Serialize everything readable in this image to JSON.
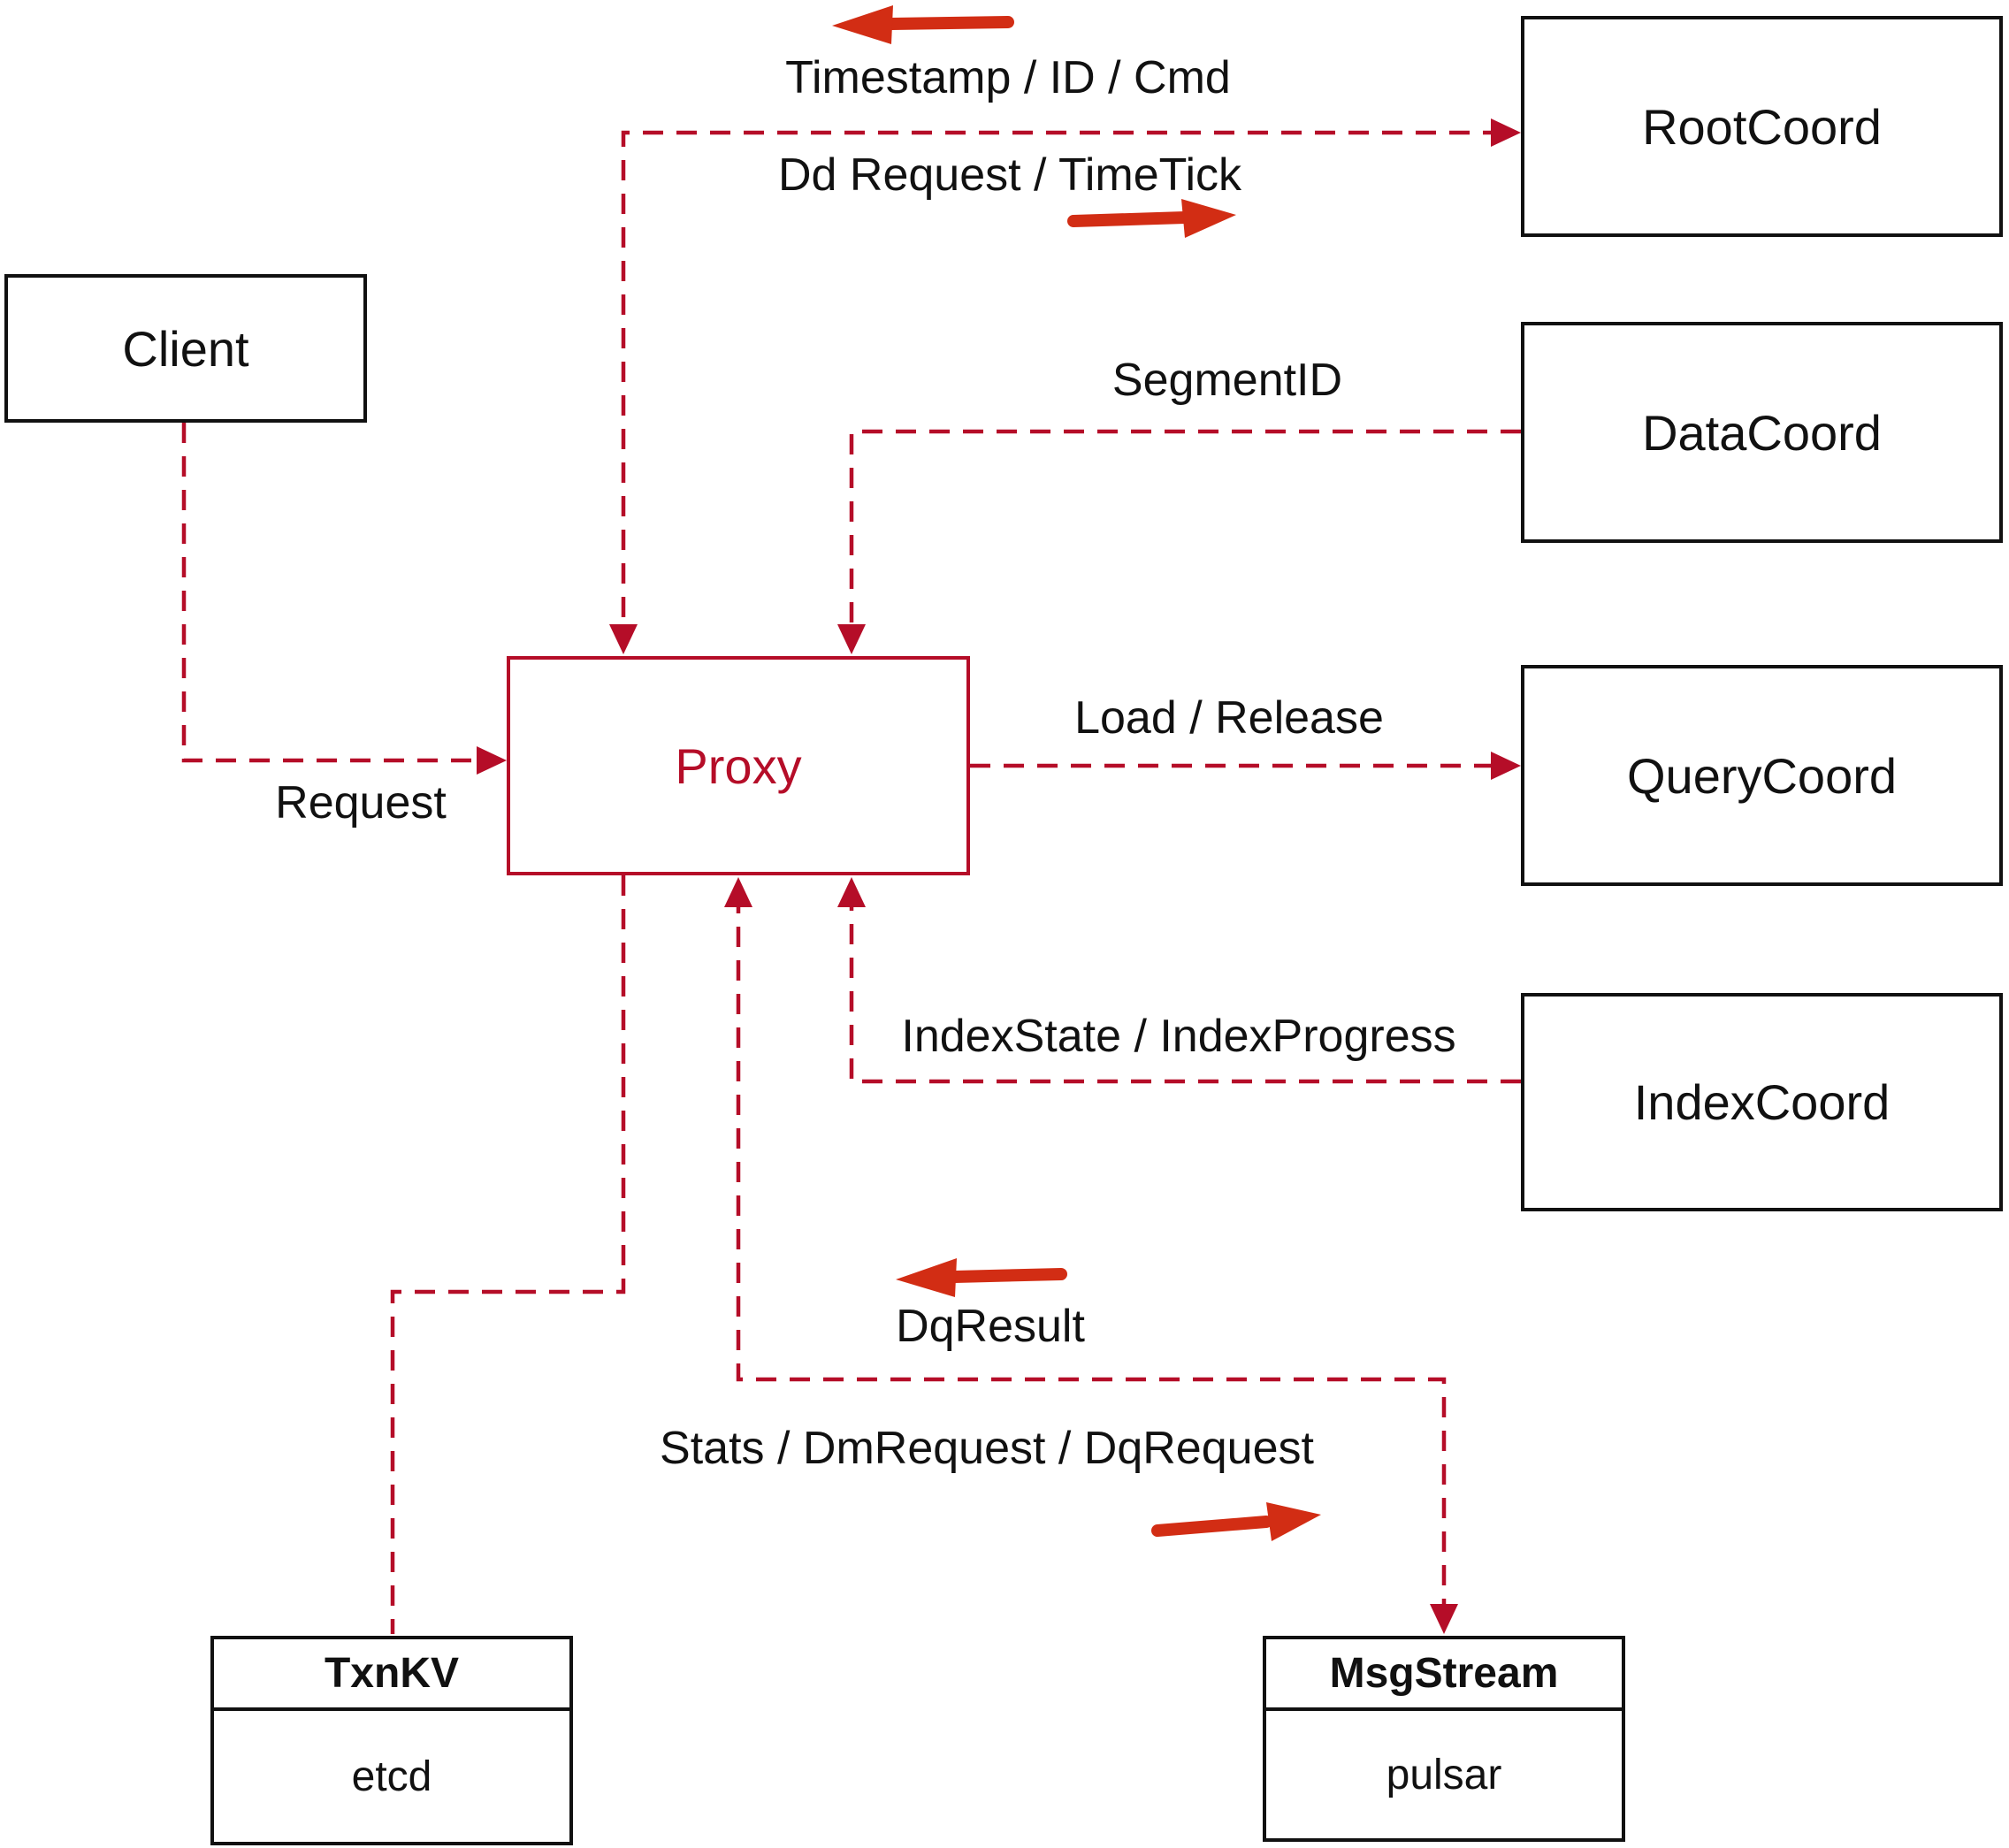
{
  "nodes": {
    "client": {
      "label": "Client"
    },
    "rootcoord": {
      "label": "RootCoord"
    },
    "datacoord": {
      "label": "DataCoord"
    },
    "querycoord": {
      "label": "QueryCoord"
    },
    "indexcoord": {
      "label": "IndexCoord"
    },
    "proxy": {
      "label": "Proxy"
    },
    "txnkv": {
      "title": "TxnKV",
      "subtitle": "etcd"
    },
    "msgstream": {
      "title": "MsgStream",
      "subtitle": "pulsar"
    }
  },
  "labels": {
    "timestamp_id_cmd": "Timestamp / ID / Cmd",
    "dd_request_timetick": "Dd Request / TimeTick",
    "segment_id": "SegmentID",
    "request": "Request",
    "load_release": "Load / Release",
    "index_state_progress": "IndexState / IndexProgress",
    "dq_result": "DqResult",
    "stats_dm_dq": "Stats / DmRequest / DqRequest"
  },
  "colors": {
    "dashed_line": "#b50d28",
    "proxy_accent": "#b50d28",
    "solid_arrow": "#d22d14",
    "box_border": "#111111",
    "text": "#111111",
    "background": "#ffffff"
  }
}
